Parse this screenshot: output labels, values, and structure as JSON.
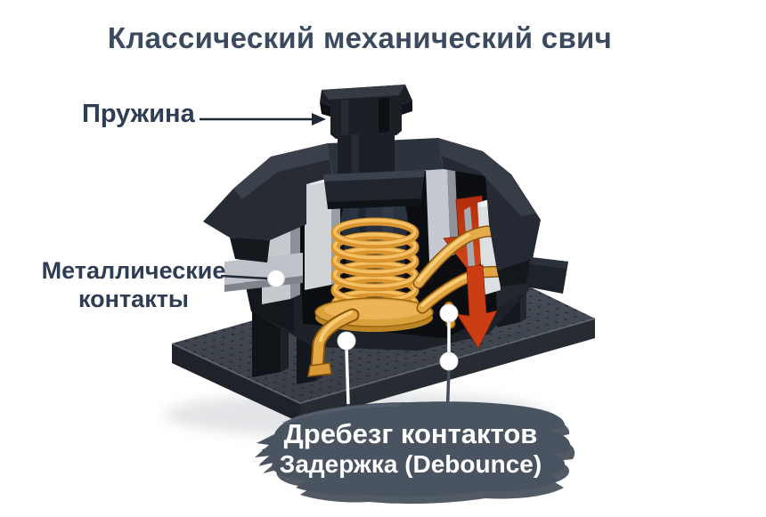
{
  "title": "Классический механический свич",
  "labels": {
    "spring": "Пружина",
    "contacts_line1": "Металлические",
    "contacts_line2": "контакты"
  },
  "callout": {
    "line1": "Дребезг контактов",
    "line2": "Задержка (Debounce)"
  },
  "colors": {
    "title_text": "#3b4a5f",
    "label_text": "#2e3d53",
    "callout_bg": "#4a5461",
    "callout_text": "#ffffff",
    "spring_gold": "#e7a343",
    "arrow_red": "#c63a12",
    "housing_dark": "#1a1d23",
    "metal_silver": "#ccd0d4",
    "plate_gray": "#3e434b"
  }
}
